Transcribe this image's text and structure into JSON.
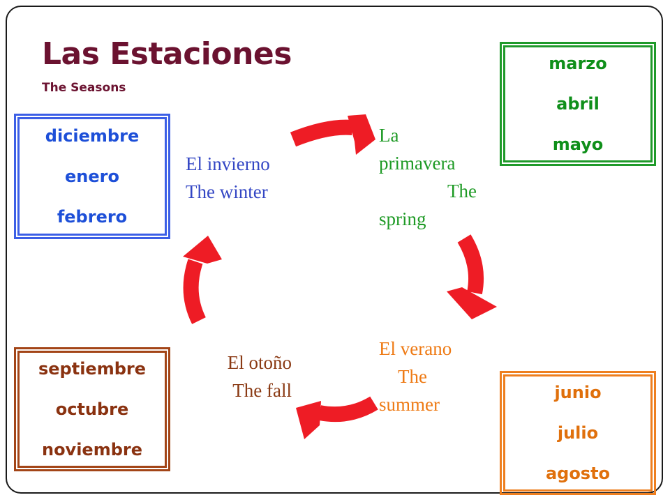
{
  "header": {
    "title": "Las Estaciones",
    "subtitle": "The Seasons"
  },
  "colors": {
    "title": "#6b1230",
    "arrow": "#ee1c25",
    "winter": "#1d4fd8",
    "spring": "#0f8f1a",
    "summer": "#e0700c",
    "fall": "#8a3210"
  },
  "seasons": {
    "winter": {
      "name": "El invierno",
      "english": "The winter",
      "months": [
        "diciembre",
        "enero",
        "febrero"
      ]
    },
    "spring": {
      "name_line1": "La",
      "name_line2": "primavera",
      "english_line1": "The",
      "english_line2": "spring",
      "months": [
        "marzo",
        "abril",
        "mayo"
      ]
    },
    "summer": {
      "name": "El verano",
      "english_line1": "The",
      "english_line2": "summer",
      "months": [
        "junio",
        "julio",
        "agosto"
      ]
    },
    "fall": {
      "name": "El otoño",
      "english": "The fall",
      "months": [
        "septiembre",
        "octubre",
        "noviembre"
      ]
    }
  },
  "arrows": [
    "winter-to-spring",
    "spring-to-summer",
    "summer-to-fall",
    "fall-to-winter"
  ]
}
